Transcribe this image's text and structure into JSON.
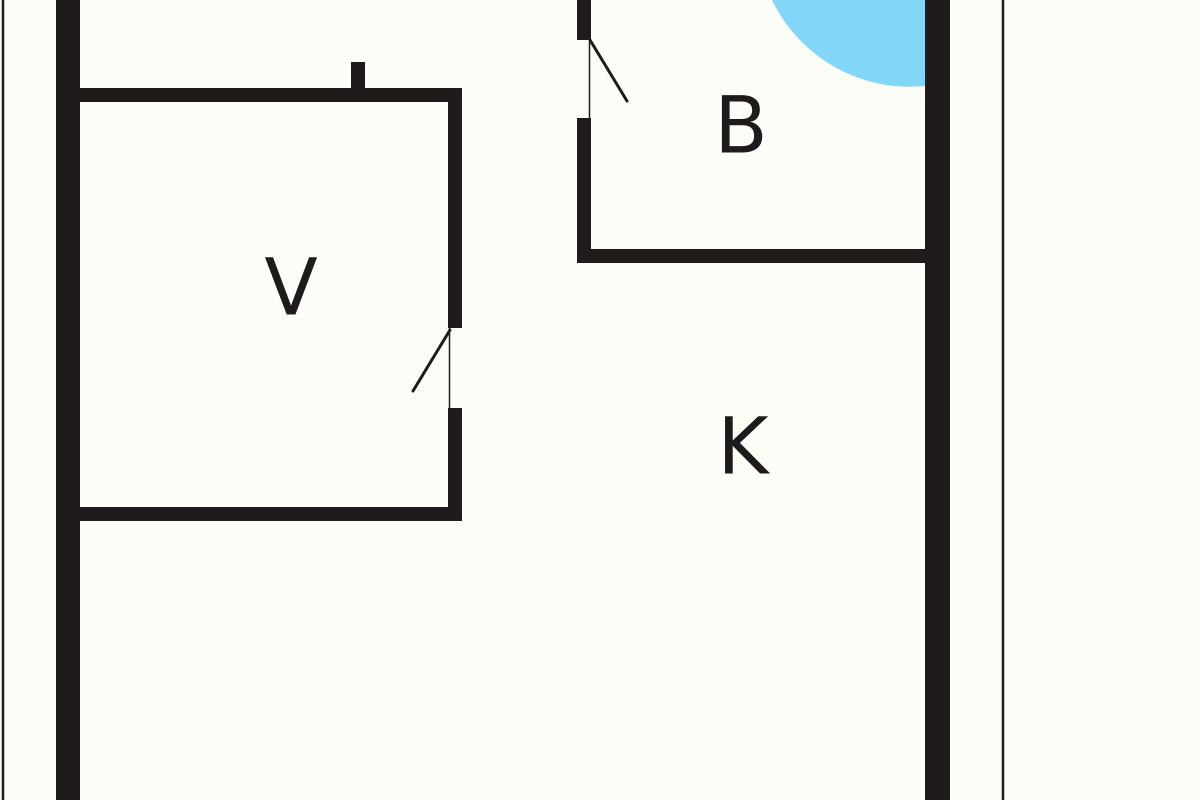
{
  "rooms": {
    "v": {
      "label": "V"
    },
    "b": {
      "label": "B"
    },
    "k": {
      "label": "K"
    }
  },
  "colors": {
    "background": "#fdfdf8",
    "wall": "#1f1b1c",
    "fixture": "#82d6f7"
  }
}
